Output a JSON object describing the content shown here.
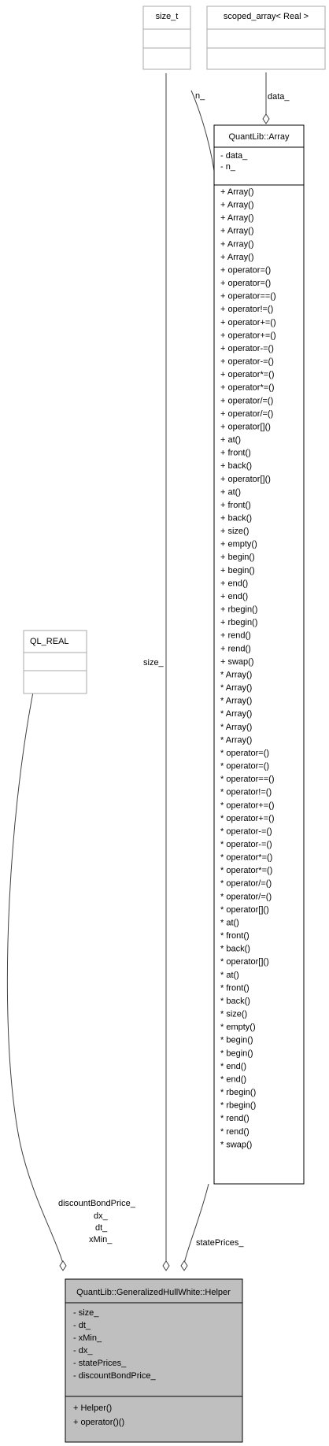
{
  "classes": {
    "size_t": {
      "name": "size_t"
    },
    "scoped_array": {
      "name": "scoped_array< Real >"
    },
    "array": {
      "name": "QuantLib::Array",
      "attributes": [
        "- data_",
        "- n_"
      ],
      "methods": [
        "+ Array()",
        "+ Array()",
        "+ Array()",
        "+ Array()",
        "+ Array()",
        "+ Array()",
        "+ operator=()",
        "+ operator=()",
        "+ operator==()",
        "+ operator!=()",
        "+ operator+=()",
        "+ operator+=()",
        "+ operator-=()",
        "+ operator-=()",
        "+ operator*=()",
        "+ operator*=()",
        "+ operator/=()",
        "+ operator/=()",
        "+ operator[]()",
        "+ at()",
        "+ front()",
        "+ back()",
        "+ operator[]()",
        "+ at()",
        "+ front()",
        "+ back()",
        "+ size()",
        "+ empty()",
        "+ begin()",
        "+ begin()",
        "+ end()",
        "+ end()",
        "+ rbegin()",
        "+ rbegin()",
        "+ rend()",
        "+ rend()",
        "+ swap()",
        "* Array()",
        "* Array()",
        "* Array()",
        "* Array()",
        "* Array()",
        "* Array()",
        "* operator=()",
        "* operator=()",
        "* operator==()",
        "* operator!=()",
        "* operator+=()",
        "* operator+=()",
        "* operator-=()",
        "* operator-=()",
        "* operator*=()",
        "* operator*=()",
        "* operator/=()",
        "* operator/=()",
        "* operator[]()",
        "* at()",
        "* front()",
        "* back()",
        "* operator[]()",
        "* at()",
        "* front()",
        "* back()",
        "* size()",
        "* empty()",
        "* begin()",
        "* begin()",
        "* end()",
        "* end()",
        "* rbegin()",
        "* rbegin()",
        "* rend()",
        "* rend()",
        "* swap()"
      ]
    },
    "ql_real": {
      "name": "QL_REAL"
    },
    "helper": {
      "name": "QuantLib::GeneralizedHullWhite::Helper",
      "attributes": [
        "- size_",
        "- dt_",
        "- xMin_",
        "- dx_",
        "- statePrices_",
        "- discountBondPrice_"
      ],
      "methods": [
        "+ Helper()",
        "+ operator()()"
      ]
    }
  },
  "edge_labels": {
    "n": "n_",
    "data": "data_",
    "size": "size_",
    "helper_left": [
      "discountBondPrice_",
      "dx_",
      "dt_",
      "xMin_"
    ],
    "state_prices": "statePrices_"
  },
  "colors": {
    "box_border": "#000000",
    "box_border_light": "#aaaaaa",
    "helper_fill": "#bfbfbf",
    "line": "#404040"
  }
}
